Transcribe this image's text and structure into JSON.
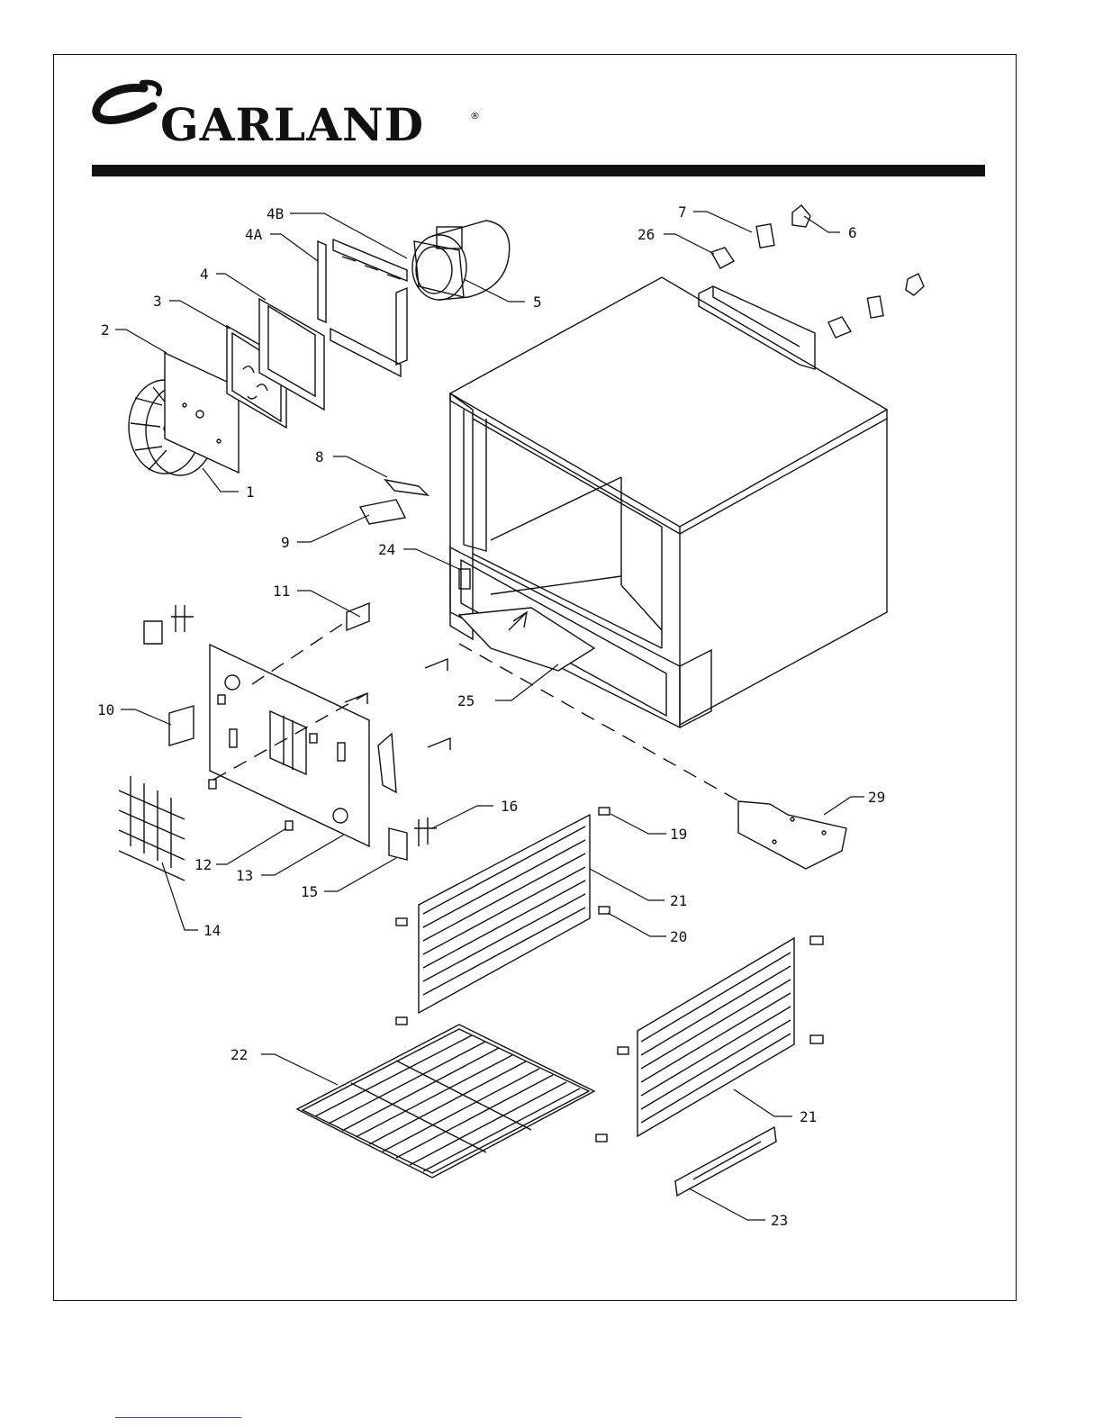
{
  "brand": {
    "name": "GARLAND",
    "registered": "®"
  },
  "callouts": {
    "c1": "1",
    "c2": "2",
    "c3": "3",
    "c4": "4",
    "c4a": "4A",
    "c4b": "4B",
    "c5": "5",
    "c6": "6",
    "c7": "7",
    "c8": "8",
    "c9": "9",
    "c10": "10",
    "c11": "11",
    "c12": "12",
    "c13": "13",
    "c14": "14",
    "c15": "15",
    "c16": "16",
    "c19": "19",
    "c20": "20",
    "c21a": "21",
    "c21b": "21",
    "c22": "22",
    "c23": "23",
    "c24": "24",
    "c25": "25",
    "c26": "26",
    "c29": "29"
  },
  "colors": {
    "ink": "#111111",
    "paper": "#ffffff",
    "link": "#3355cc"
  }
}
